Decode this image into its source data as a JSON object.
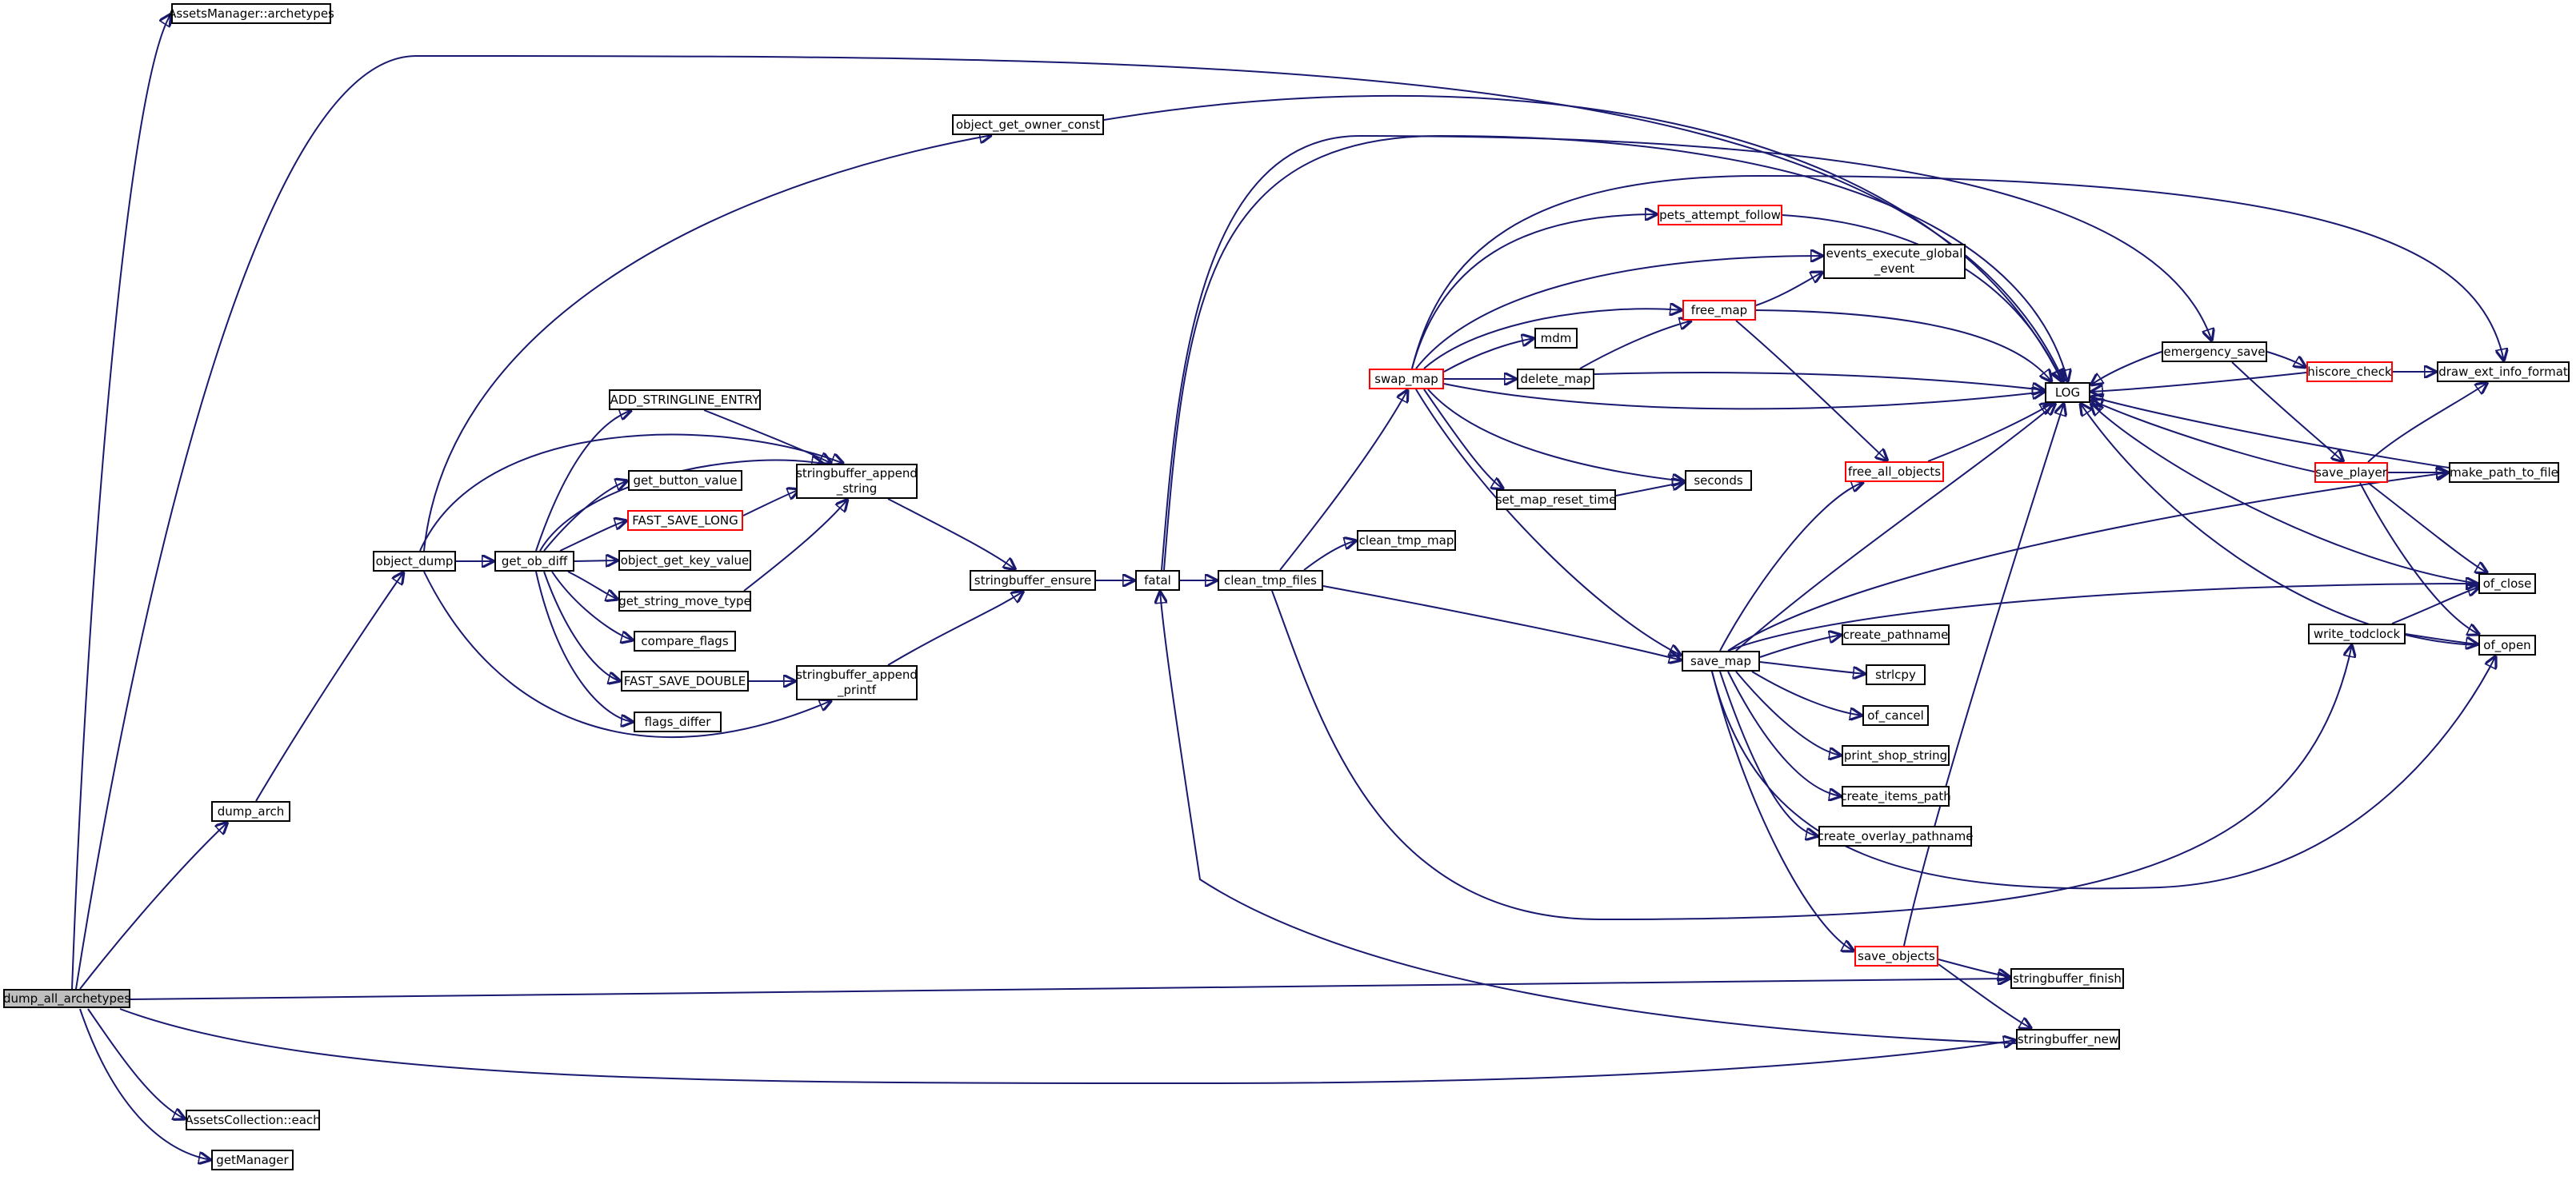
{
  "colors": {
    "edge": "#191970",
    "node_border": "#000000",
    "node_border_truncated": "#ff0000",
    "root_fill": "#bfbfbf"
  },
  "nodes": {
    "dump_all_archetypes": "dump_all_archetypes",
    "assets_manager_archetypes": "AssetsManager::archetypes",
    "dump_arch": "dump_arch",
    "object_dump": "object_dump",
    "object_get_owner_const": "object_get_owner_const",
    "get_ob_diff": "get_ob_diff",
    "add_stringline_entry": "ADD_STRINGLINE_ENTRY",
    "get_button_value": "get_button_value",
    "fast_save_long": "FAST_SAVE_LONG",
    "object_get_key_value": "object_get_key_value",
    "get_string_move_type": "get_string_move_type",
    "compare_flags": "compare_flags",
    "fast_save_double": "FAST_SAVE_DOUBLE",
    "flags_differ": "flags_differ",
    "stringbuffer_append_string": "stringbuffer_append\n_string",
    "stringbuffer_append_printf": "stringbuffer_append\n_printf",
    "stringbuffer_ensure": "stringbuffer_ensure",
    "fatal": "fatal",
    "clean_tmp_files": "clean_tmp_files",
    "clean_tmp_map": "clean_tmp_map",
    "swap_map": "swap_map",
    "pets_attempt_follow": "pets_attempt_follow",
    "events_execute_global_event": "events_execute_global\n_event",
    "free_map": "free_map",
    "mdm": "mdm",
    "delete_map": "delete_map",
    "set_map_reset_time": "set_map_reset_time",
    "seconds": "seconds",
    "free_all_objects": "free_all_objects",
    "log": "LOG",
    "emergency_save": "emergency_save",
    "hiscore_check": "hiscore_check",
    "draw_ext_info_format": "draw_ext_info_format",
    "save_player": "save_player",
    "make_path_to_file": "make_path_to_file",
    "of_close": "of_close",
    "write_todclock": "write_todclock",
    "of_open": "of_open",
    "save_map": "save_map",
    "create_pathname": "create_pathname",
    "strlcpy": "strlcpy",
    "of_cancel": "of_cancel",
    "print_shop_string": "print_shop_string",
    "create_items_path": "create_items_path",
    "create_overlay_pathname": "create_overlay_pathname",
    "save_objects": "save_objects",
    "stringbuffer_finish": "stringbuffer_finish",
    "stringbuffer_new": "stringbuffer_new",
    "assets_collection_each": "AssetsCollection::each",
    "get_manager": "getManager"
  }
}
